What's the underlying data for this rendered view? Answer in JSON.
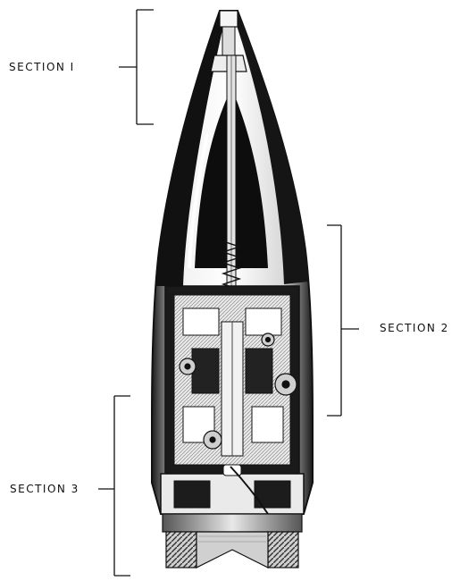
{
  "labels": {
    "section1": "SECTION I",
    "section2": "SECTION 2",
    "section3": "SECTION 3"
  },
  "colors": {
    "ink": "#111111",
    "paper": "#ffffff",
    "mid_gray": "#8a8a8a",
    "light_gray": "#d4d4d4"
  }
}
